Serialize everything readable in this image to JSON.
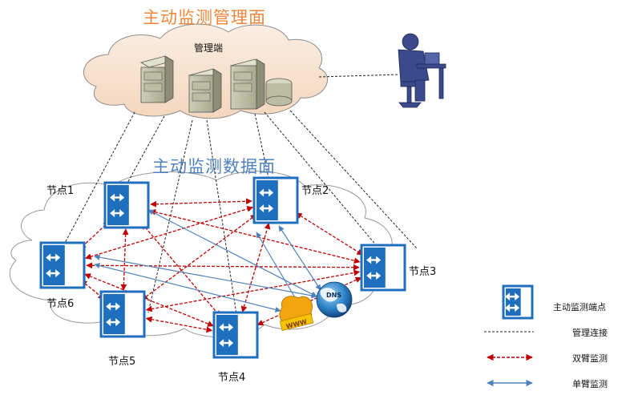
{
  "title_management": "主动监测管理面",
  "title_data": "主动监测数据面",
  "management_server_label": "管理端",
  "nodes": [
    {
      "id": "1",
      "label": "节点1"
    },
    {
      "id": "2",
      "label": "节点2"
    },
    {
      "id": "3",
      "label": "节点3"
    },
    {
      "id": "4",
      "label": "节点4"
    },
    {
      "id": "5",
      "label": "节点5"
    },
    {
      "id": "6",
      "label": "节点6"
    }
  ],
  "www_label": "WWW",
  "dns_label": "DNS",
  "legend": {
    "endpoint": "主动监测端点",
    "mgmt_link": "管理连接",
    "dual_arm": "双臂监测",
    "single_arm": "单臂监测"
  },
  "colors": {
    "mgmt_title": "#f0863a",
    "data_title": "#4f81bd",
    "node_blue": "#1f6fbf",
    "dual_arm_red": "#c00000",
    "single_arm_blue": "#4f81bd",
    "cloud_fill_top": "#f8e2cf"
  }
}
